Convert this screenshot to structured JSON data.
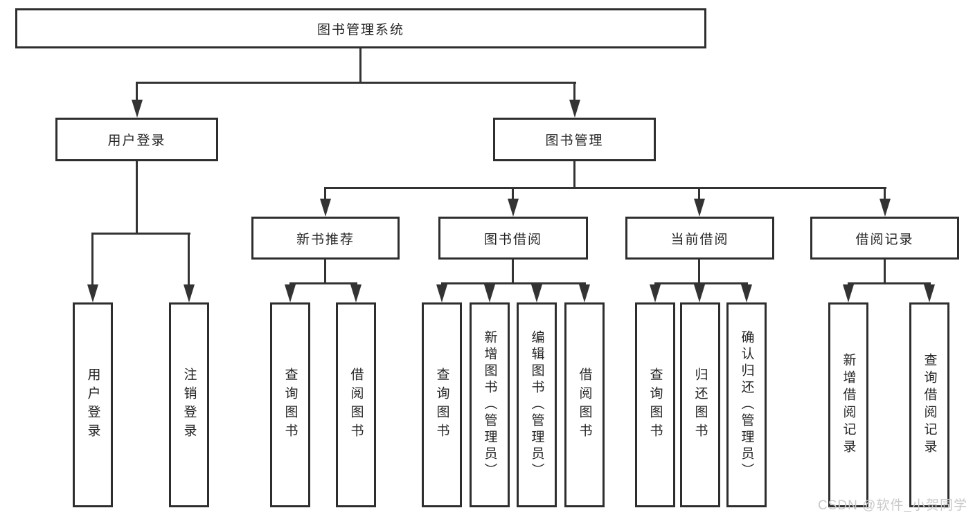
{
  "diagram": {
    "root": {
      "label": "图书管理系统"
    },
    "level2": {
      "user_login": {
        "label": "用户登录"
      },
      "book_mgmt": {
        "label": "图书管理"
      }
    },
    "level3": {
      "new_book_rec": {
        "label": "新书推荐"
      },
      "book_borrow": {
        "label": "图书借阅"
      },
      "current_borrow": {
        "label": "当前借阅"
      },
      "borrow_records": {
        "label": "借阅记录"
      }
    },
    "leaves": {
      "user_login": {
        "label": "用户登录"
      },
      "logout": {
        "label": "注销登录"
      },
      "query_books_rec": {
        "label": "查询图书"
      },
      "borrow_books_rec": {
        "label": "借阅图书"
      },
      "query_books_borrow": {
        "label": "查询图书"
      },
      "add_books_admin": {
        "label": "新增图书（管理员）"
      },
      "edit_books_admin": {
        "label": "编辑图书（管理员）"
      },
      "borrow_books_borrow": {
        "label": "借阅图书"
      },
      "query_books_current": {
        "label": "查询图书"
      },
      "return_books": {
        "label": "归还图书"
      },
      "confirm_return_admin": {
        "label": "确认归还（管理员）"
      },
      "add_borrow_record": {
        "label": "新增借阅记录"
      },
      "query_borrow_record": {
        "label": "查询借阅记录"
      }
    },
    "watermark": {
      "label": "CSDN @软件_小贺同学"
    },
    "colors": {
      "line": "#333333",
      "box_border": "#2e2e2e",
      "text": "#252525",
      "background": "#ffffff",
      "watermark": "#c9c9c9"
    }
  }
}
